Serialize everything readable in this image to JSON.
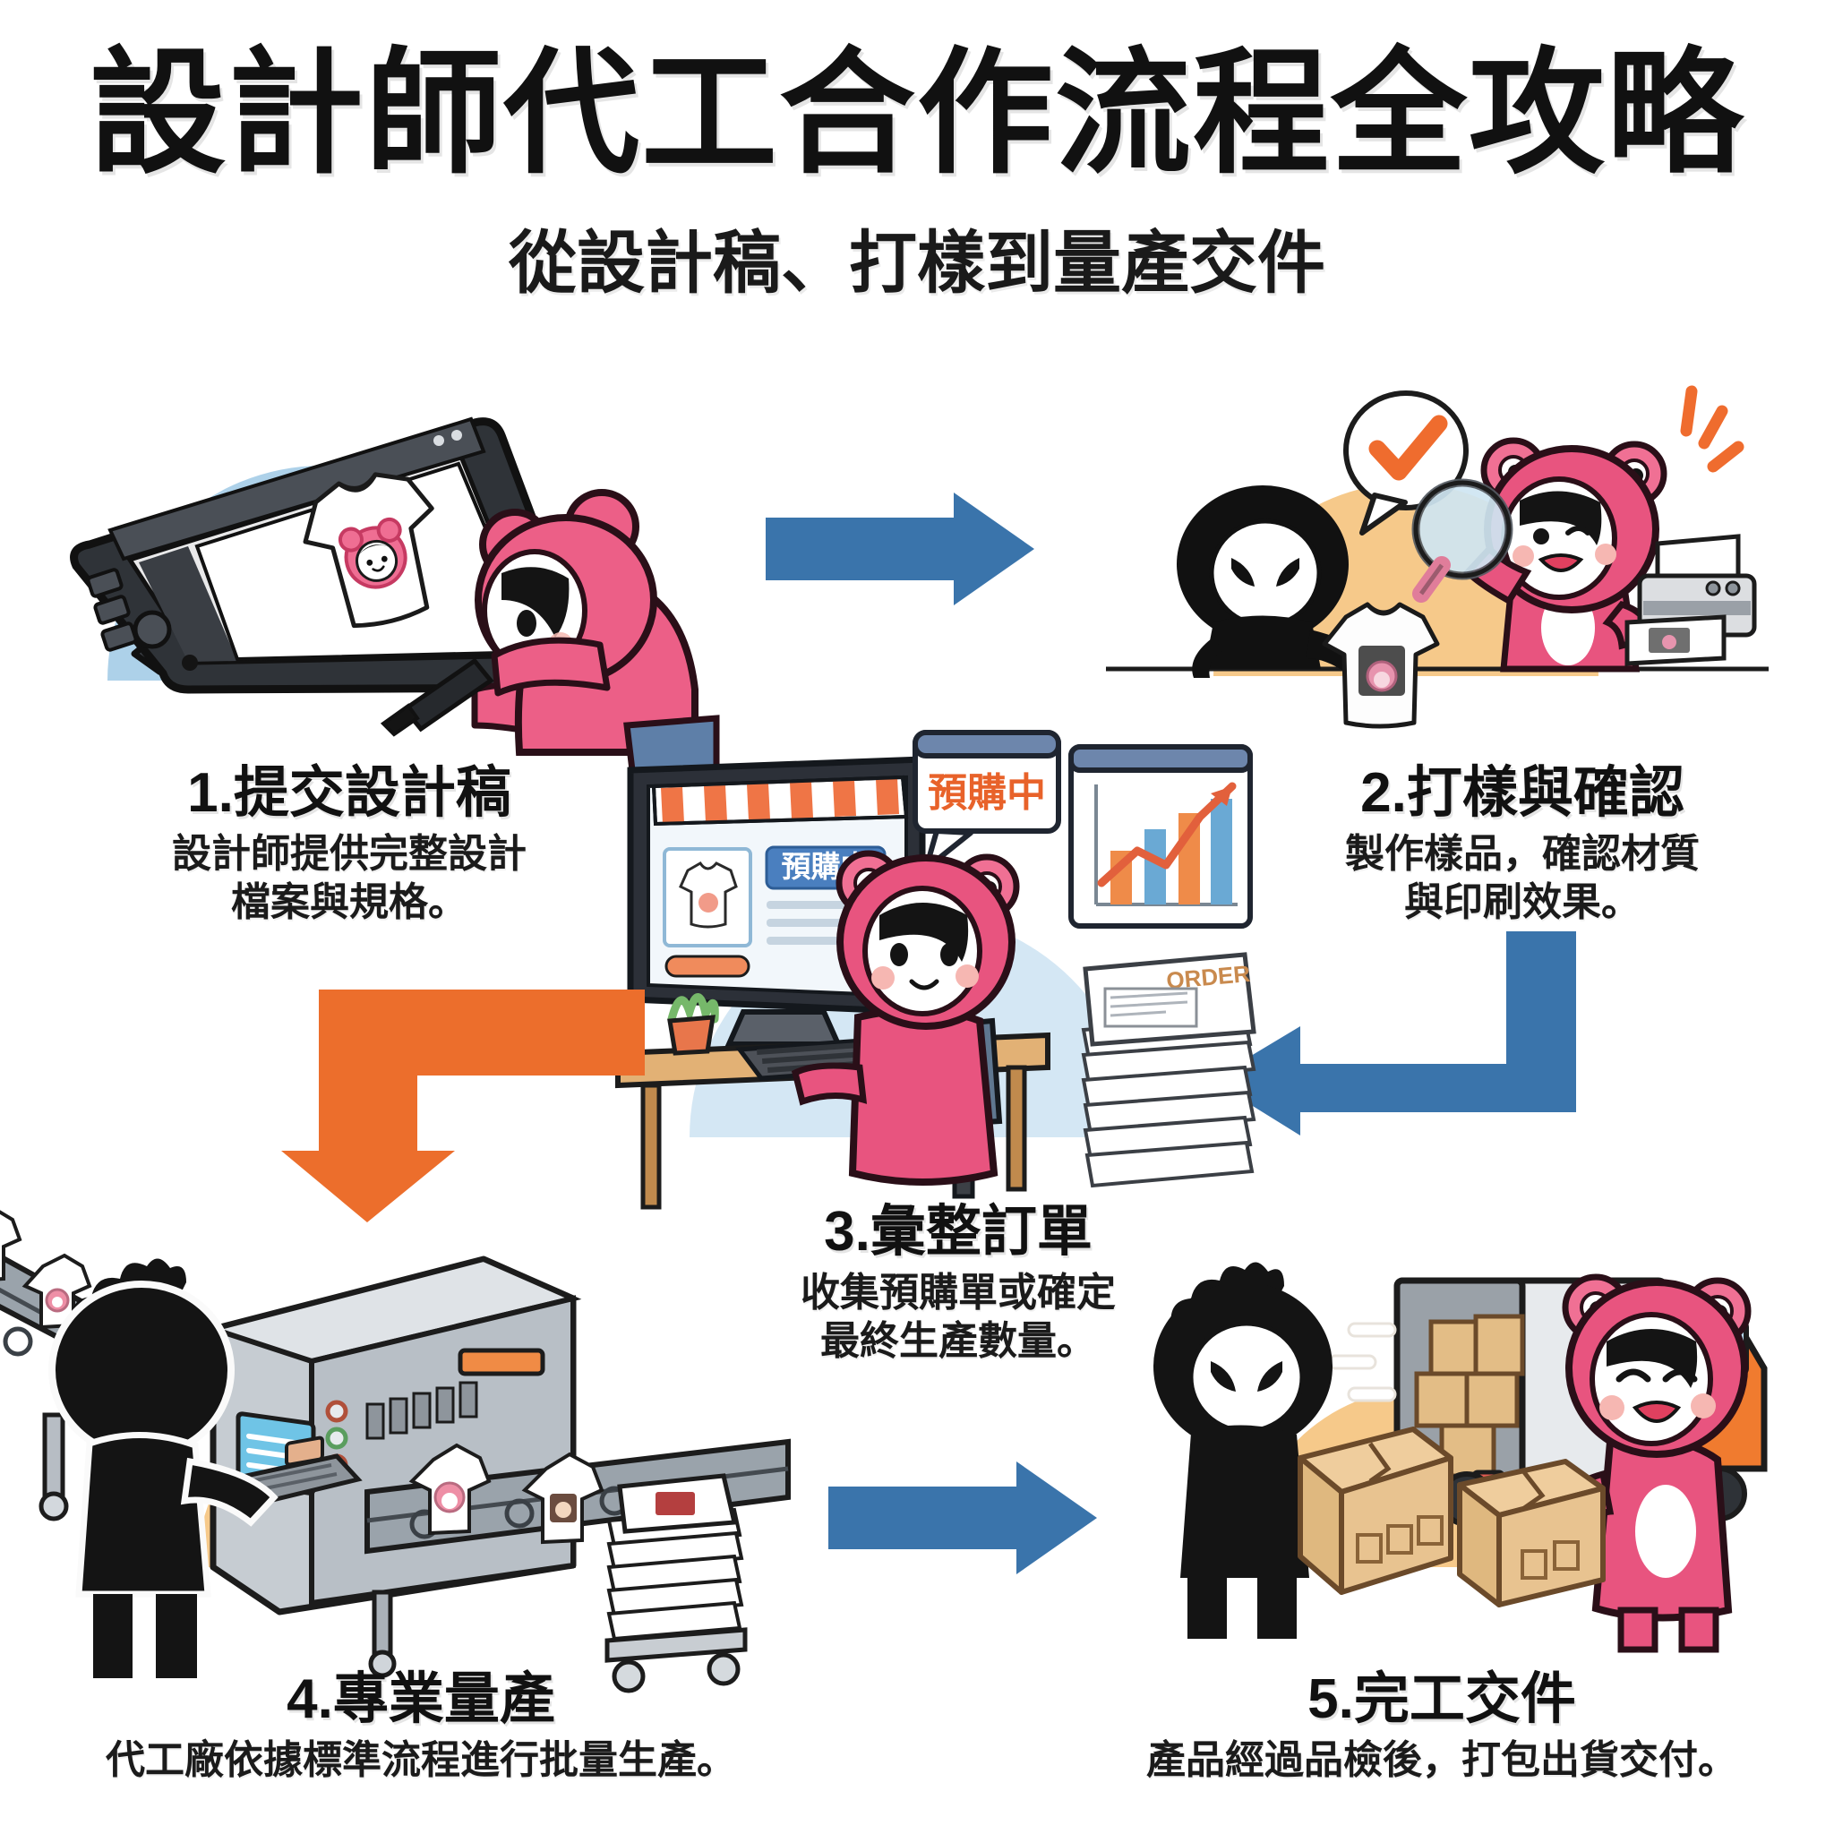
{
  "header": {
    "title": "設計師代工合作流程全攻略",
    "subtitle": "從設計稿、打樣到量產交件"
  },
  "colors": {
    "arrow_blue": "#3a74ab",
    "arrow_orange": "#ec6e2c",
    "brand_pink": "#e8547f",
    "blob_blue": "#a9cfe8",
    "blob_orange": "#f6c98a",
    "text_dark": "#111111",
    "badge_orange": "#e8622a",
    "badge_blue": "#4a7fbf",
    "check_orange": "#ef6c2e",
    "truck_orange": "#f07b2f",
    "box_tan": "#e3bd86"
  },
  "steps": [
    {
      "id": "step-1",
      "heading": "1.提交設計稿",
      "body_lines": [
        "設計師提供完整設計",
        "檔案與規格。"
      ],
      "scene_name": "designer-drawing-on-tablet"
    },
    {
      "id": "step-2",
      "heading": "2.打樣與確認",
      "body_lines": [
        "製作樣品，確認材質",
        "與印刷效果。"
      ],
      "scene_name": "sample-check-with-magnifier"
    },
    {
      "id": "step-3",
      "heading": "3.彙整訂單",
      "body_lines": [
        "收集預購單或確定",
        "最終生產數量。"
      ],
      "scene_name": "order-collection-at-desk"
    },
    {
      "id": "step-4",
      "heading": "4.專業量產",
      "body_lines": [
        "代工廠依據標準流程進行批量生產。"
      ],
      "scene_name": "factory-production-line"
    },
    {
      "id": "step-5",
      "heading": "5.完工交件",
      "body_lines": [
        "產品經過品檢後，打包出貨交付。"
      ],
      "scene_name": "packing-and-delivery"
    }
  ],
  "scene3": {
    "speech_badge": "預購中",
    "screen_badge": "預購中",
    "order_stack_label": "ORDER"
  },
  "arrows": [
    {
      "name": "arrow-step1-to-step2",
      "direction": "right",
      "color": "#3a74ab"
    },
    {
      "name": "arrow-step2-to-step3",
      "direction": "left",
      "color": "#3a74ab"
    },
    {
      "name": "arrow-step3-to-step4",
      "direction": "down",
      "color": "#ec6e2c"
    },
    {
      "name": "arrow-step4-to-step5",
      "direction": "right",
      "color": "#3a74ab"
    }
  ],
  "icons": {
    "check": "✔",
    "magnifier": "magnifier-icon",
    "printer": "printer-icon",
    "chart": "bar-chart-icon",
    "truck": "delivery-truck-icon",
    "box": "cardboard-box-icon"
  }
}
